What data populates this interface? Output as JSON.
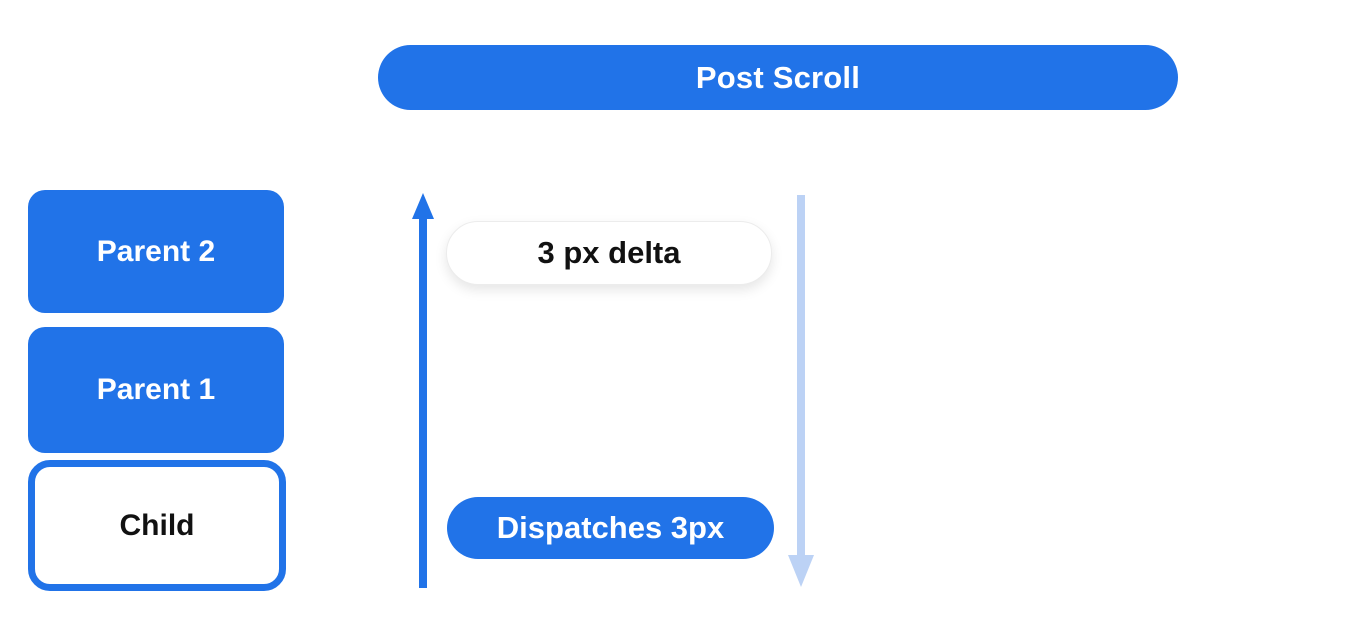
{
  "diagram": {
    "title_pill": {
      "label": "Post Scroll"
    },
    "hierarchy": {
      "items": [
        {
          "label": "Parent 2",
          "variant": "filled"
        },
        {
          "label": "Parent 1",
          "variant": "filled"
        },
        {
          "label": "Child",
          "variant": "outlined"
        }
      ]
    },
    "flow": {
      "delta_pill_label": "3 px delta",
      "dispatch_pill_label": "Dispatches 3px",
      "up_arrow": "event-bubbles-up-arrow",
      "down_arrow": "scroll-travels-down-arrow"
    }
  },
  "colors": {
    "accent_blue": "#2173e8",
    "light_blue": "#bcd2f5",
    "pill_white": "#ffffff",
    "text_dark": "#111111"
  }
}
